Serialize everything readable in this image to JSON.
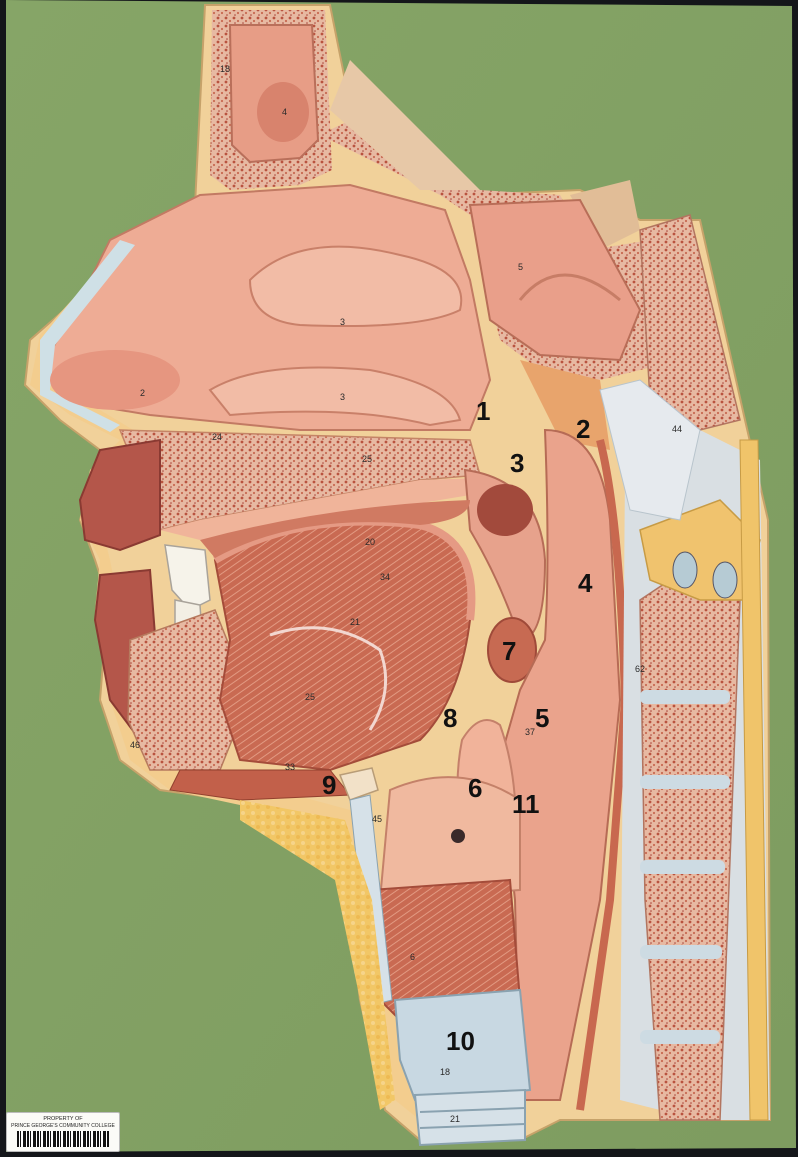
{
  "image": {
    "subject": "Sagittal section model of the head and neck",
    "colors": {
      "board": "#8aa86a",
      "mucosa": "#e9a08c",
      "muscle": "#c8684f",
      "bone": "#c98a72",
      "fat": "#f0c46a",
      "cartilage": "#c9d8df",
      "background": "#14161a"
    }
  },
  "labels": [
    "1",
    "2",
    "3",
    "4",
    "5",
    "6",
    "7",
    "8",
    "9",
    "10",
    "11"
  ],
  "sticker": {
    "line1": "PROPERTY OF",
    "line2": "PRINCE GEORGE'S COMMUNITY COLLEGE"
  }
}
